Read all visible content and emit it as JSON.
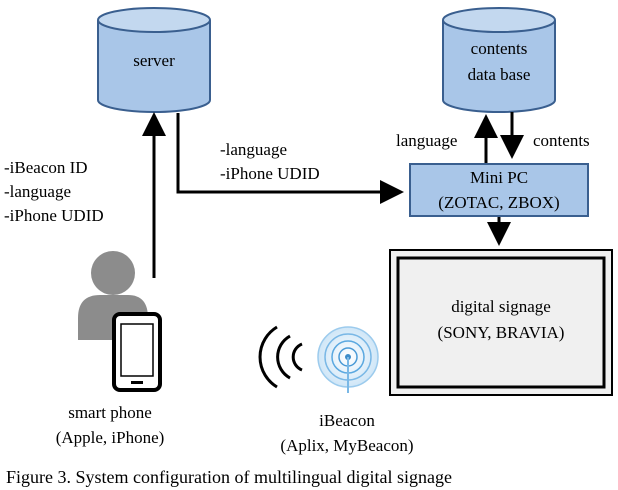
{
  "nodes": {
    "server": {
      "label": "server"
    },
    "contents_db": {
      "line1": "contents",
      "line2": "data base"
    },
    "mini_pc": {
      "line1": "Mini PC",
      "line2": "(ZOTAC, ZBOX)"
    },
    "signage": {
      "line1": "digital signage",
      "line2": "(SONY, BRAVIA)"
    },
    "smartphone": {
      "line1": "smart phone",
      "line2": "(Apple, iPhone)"
    },
    "ibeacon": {
      "line1": "iBeacon",
      "line2": "(Aplix, MyBeacon)"
    }
  },
  "edges": {
    "phone_to_server": [
      "-iBeacon ID",
      "-language",
      "-iPhone UDID"
    ],
    "server_to_pc": [
      "-language",
      "-iPhone UDID"
    ],
    "pc_to_db": "language",
    "db_to_pc": "contents"
  },
  "caption": "Figure 3. System configuration of multilingual digital signage",
  "colors": {
    "node_fill": "#a9c6e8",
    "node_stroke": "#3a5f8f",
    "person_gray": "#8c8c8c",
    "signage_fill": "#f0f0f0",
    "beacon_blue": "#5aa8e0"
  }
}
